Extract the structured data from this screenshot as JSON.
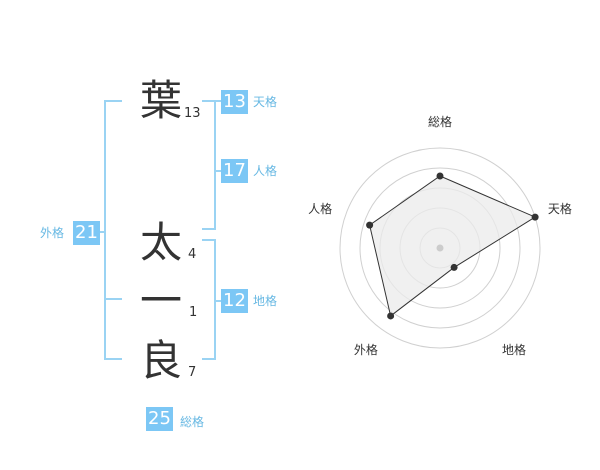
{
  "name": {
    "chars": [
      {
        "char": "葉",
        "strokes": "13"
      },
      {
        "char": "太",
        "strokes": "4"
      },
      {
        "char": "一",
        "strokes": "1"
      },
      {
        "char": "良",
        "strokes": "7"
      }
    ]
  },
  "fortune": {
    "tenkaku": {
      "value": "13",
      "label": "天格"
    },
    "jinkaku": {
      "value": "17",
      "label": "人格"
    },
    "chikaku": {
      "value": "12",
      "label": "地格"
    },
    "gaikaku": {
      "value": "21",
      "label": "外格"
    },
    "soukaku": {
      "value": "25",
      "label": "総格"
    }
  },
  "radar": {
    "axes": [
      "総格",
      "天格",
      "地格",
      "外格",
      "人格"
    ],
    "levels": 5,
    "values": [
      3.6,
      5,
      1.2,
      4.2,
      3.7
    ],
    "colors": {
      "fill": "#ebebeb",
      "grid": "#d0d0d0",
      "stroke": "#333333",
      "point": "#333333",
      "center": "#cccccc"
    }
  }
}
